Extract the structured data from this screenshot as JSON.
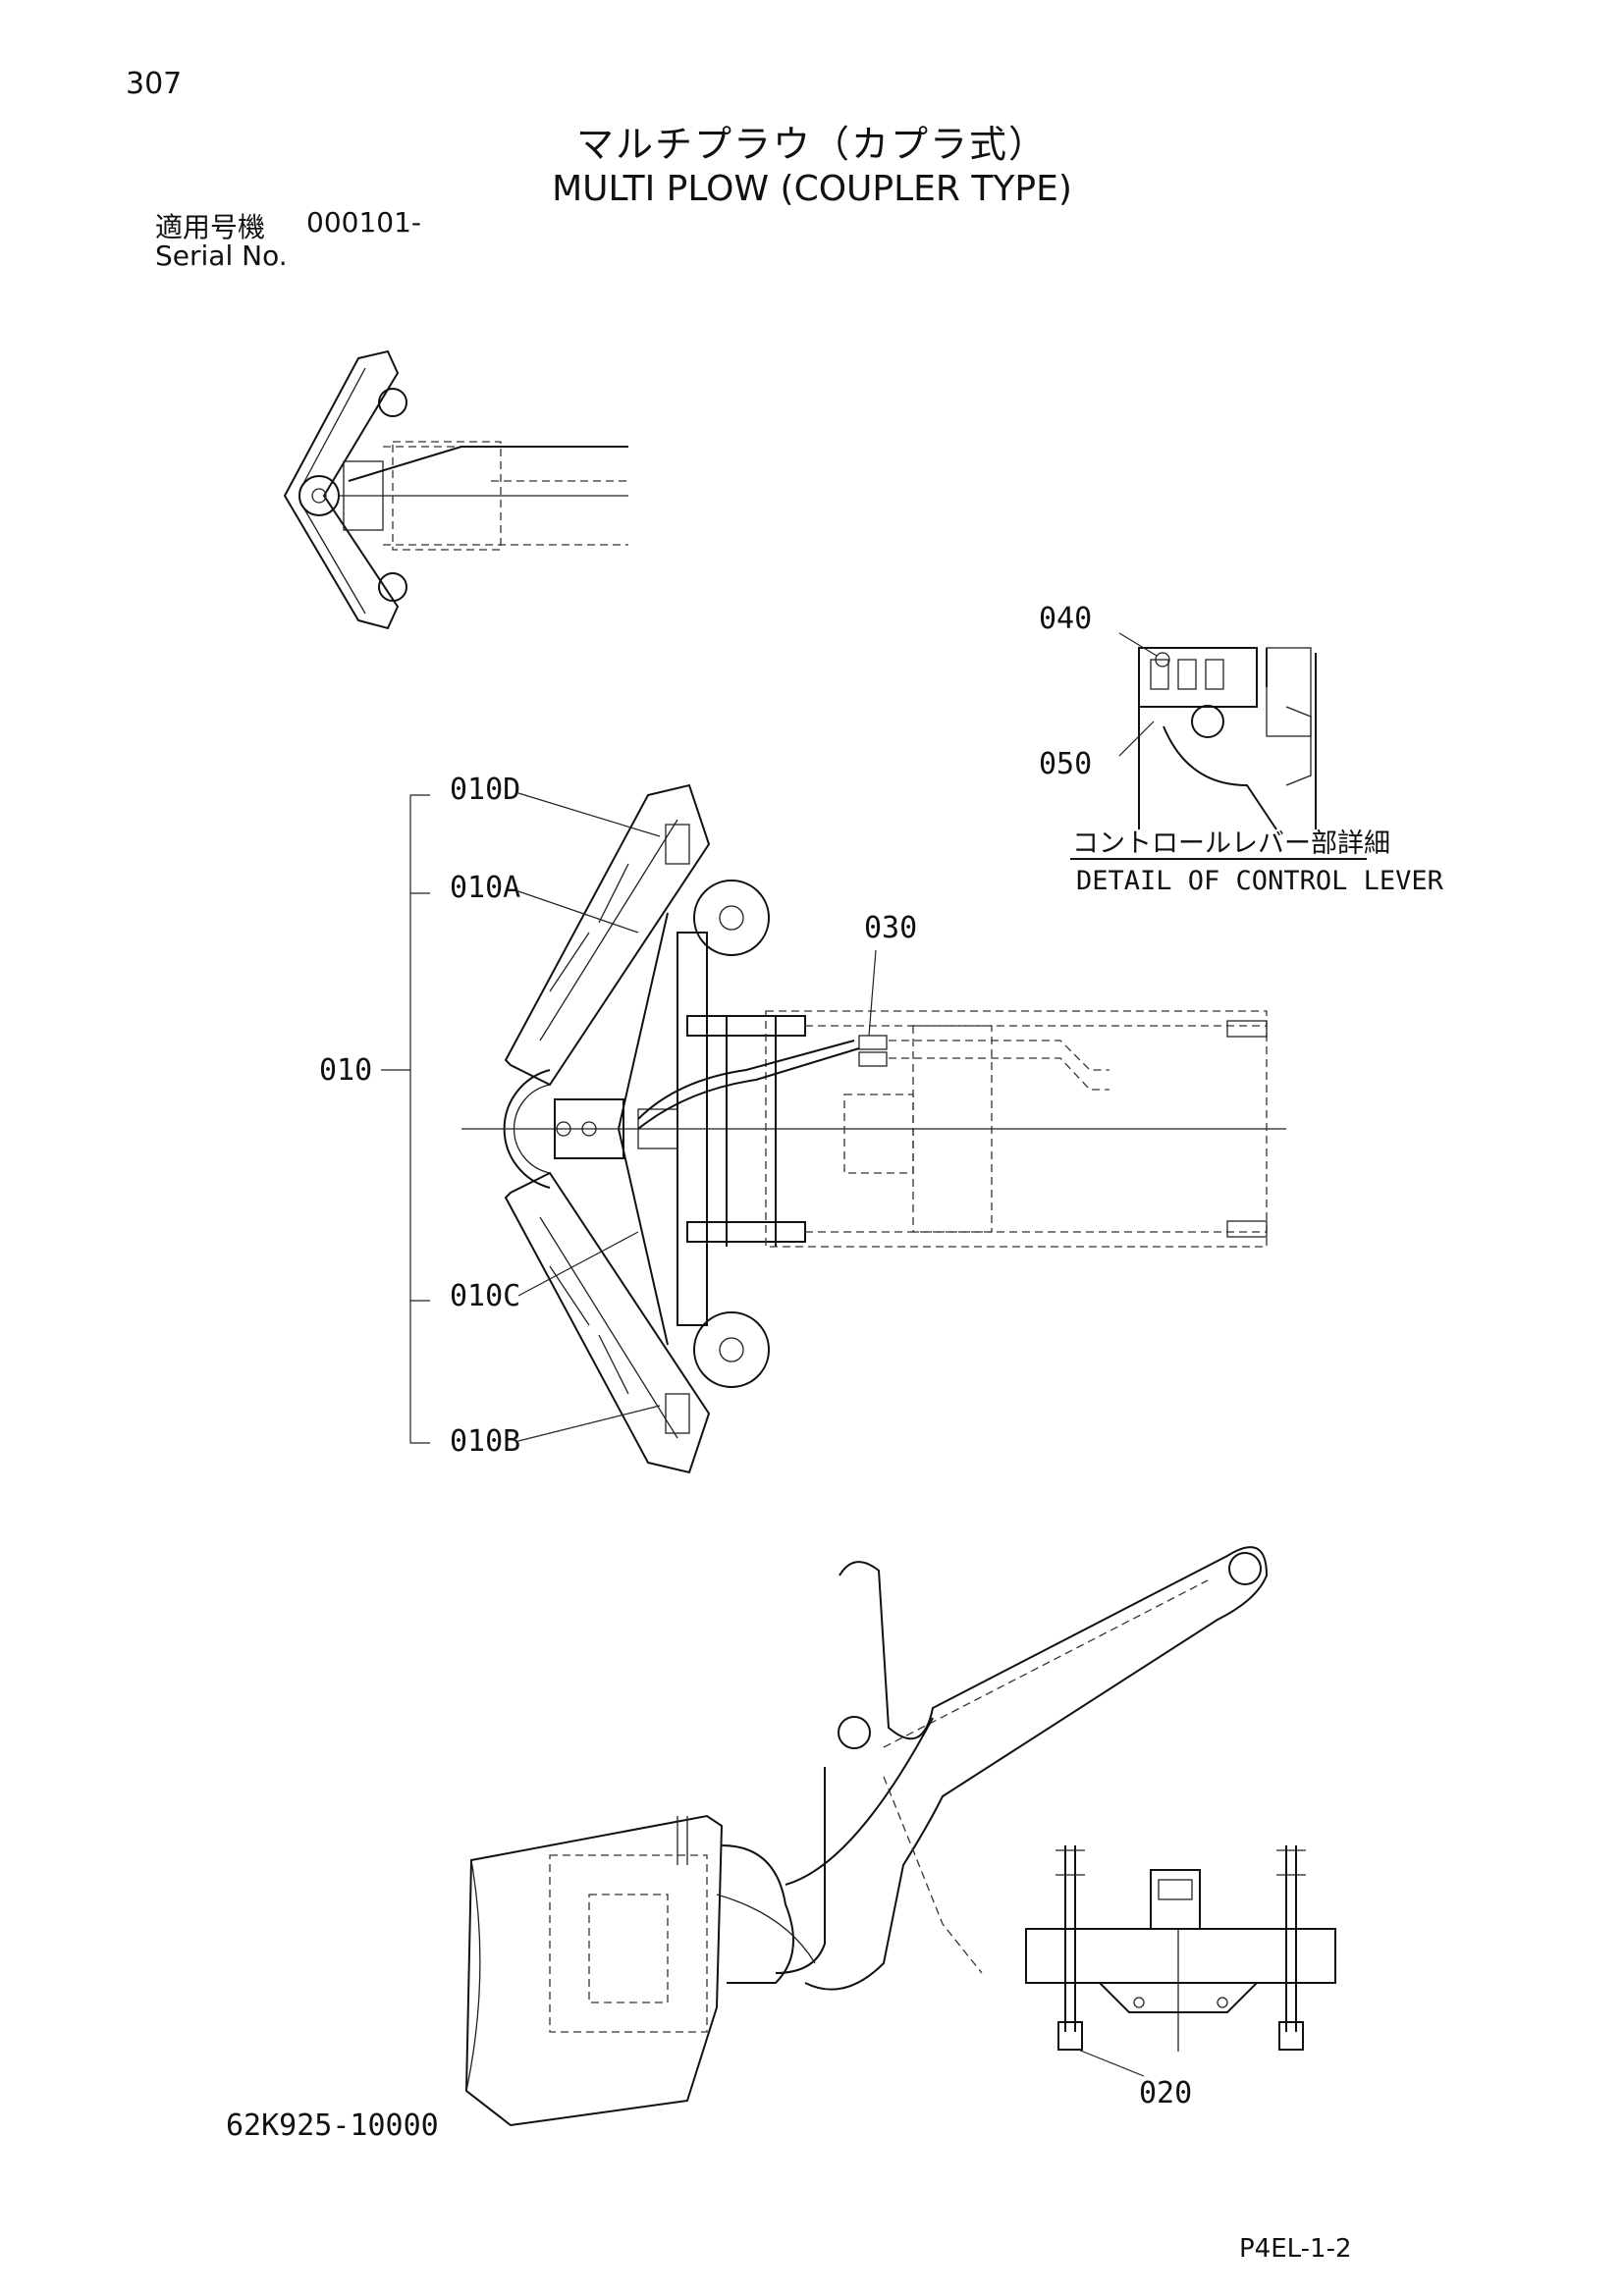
{
  "page": {
    "number": "307",
    "title_jp": "マルチプラウ（カプラ式）",
    "title_en": "MULTI PLOW (COUPLER TYPE)",
    "serial_label_jp": "適用号機",
    "serial_value": "000101-",
    "serial_label_en": "Serial No.",
    "drawing_number": "62K925-10000",
    "page_code": "P4EL-1-2"
  },
  "callouts": {
    "c040": "040",
    "c050": "050",
    "c010D": "010D",
    "c010A": "010A",
    "c010": "010",
    "c010C": "010C",
    "c010B": "010B",
    "c030": "030",
    "c020": "020"
  },
  "detail_label": {
    "jp": "コントロールレバー部詳細",
    "en": "DETAIL OF CONTROL LEVER"
  }
}
